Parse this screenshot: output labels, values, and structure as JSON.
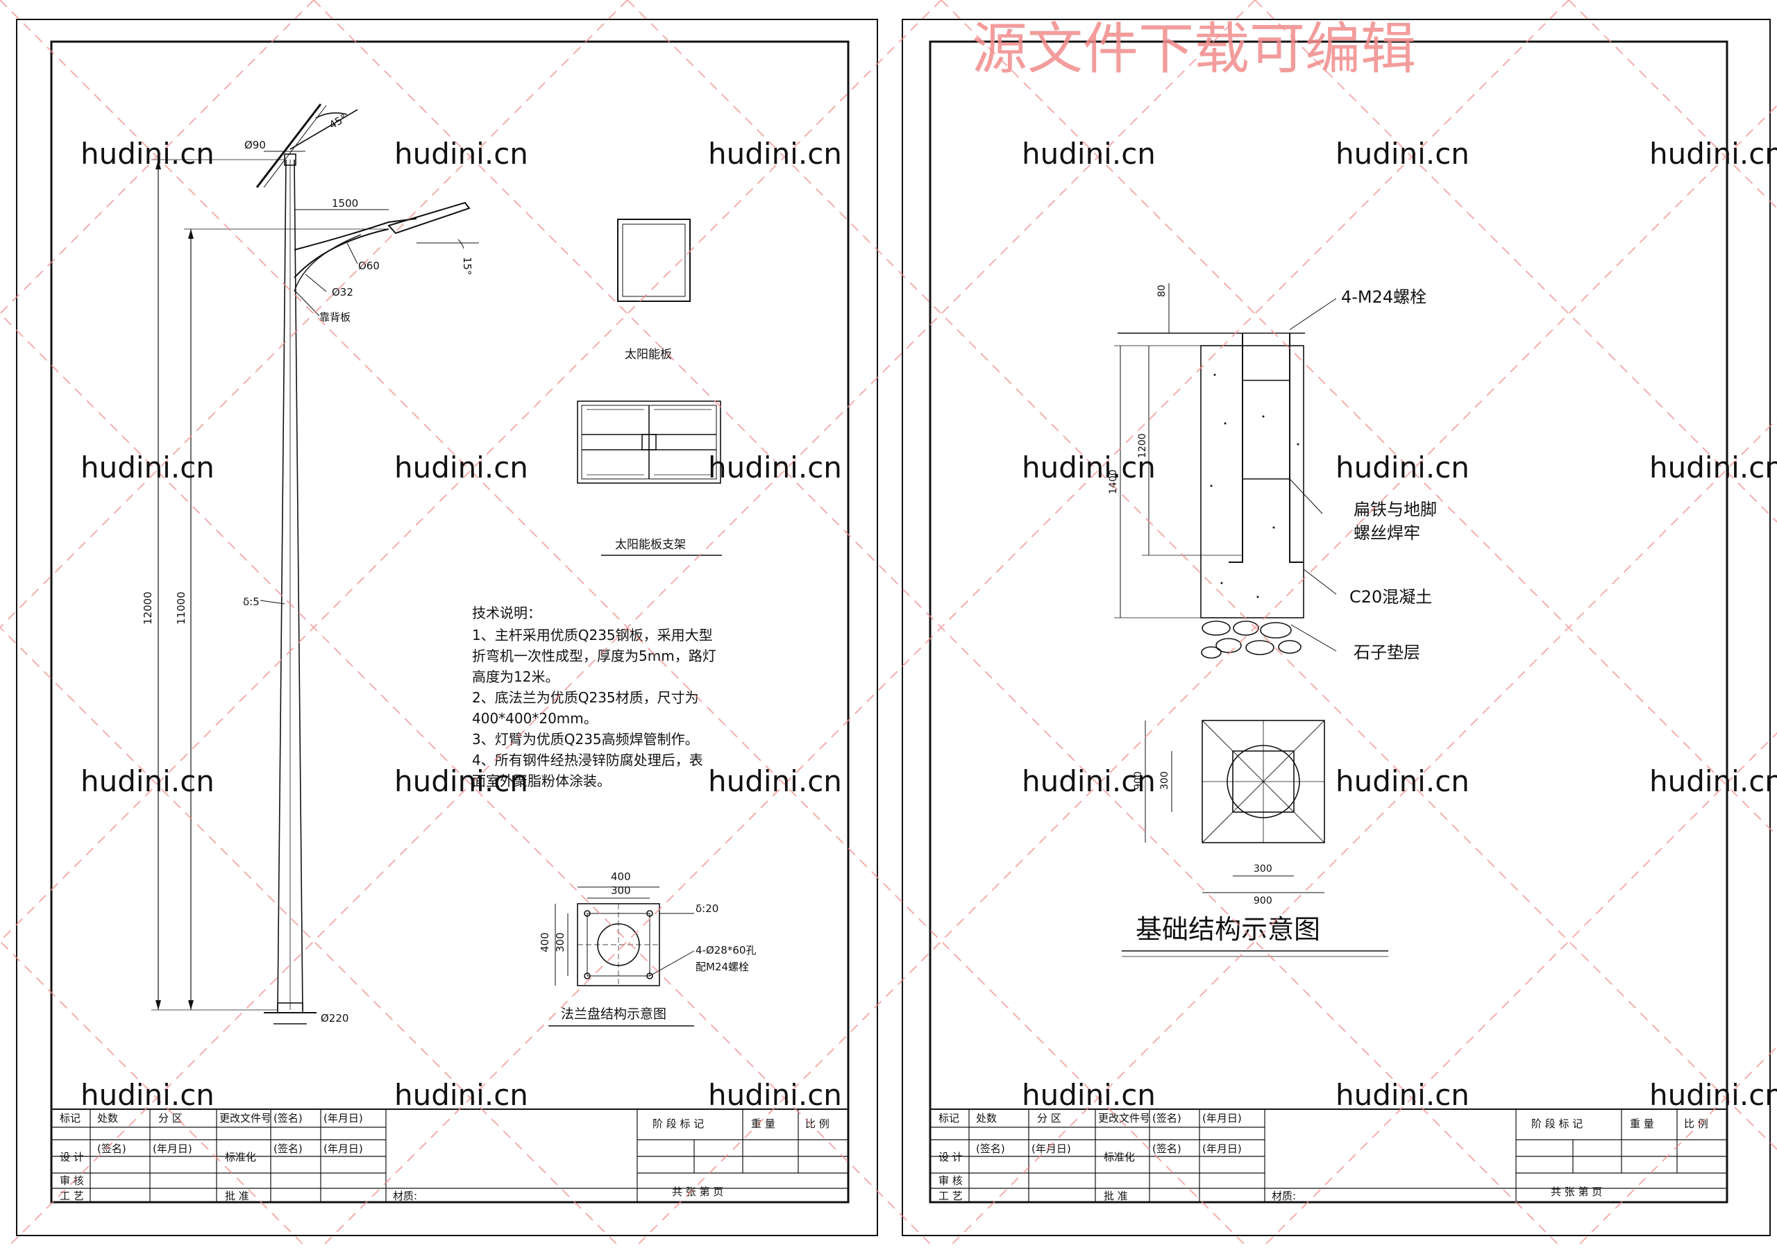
{
  "banner": "源文件下载可编辑",
  "watermark": "hudini.cn",
  "colors": {
    "line": "#111111",
    "watermark": "#f28b8b",
    "paper": "#ffffff"
  },
  "left_sheet": {
    "pole": {
      "top_dia": "Ø90",
      "solar_angle": "45°",
      "arm_length": "1500",
      "lamp_angle": "15°",
      "arm_dia": "Ø60",
      "brace_dia": "Ø32",
      "back_plate": "靠背板",
      "height_total": "12000",
      "height_lamp": "11000",
      "wall_thickness": "δ:5",
      "base_dia": "Ø220"
    },
    "solar_panel_label": "太阳能板",
    "bracket_label": "太阳能板支架",
    "notes": {
      "title": "技术说明：",
      "lines": [
        "1、主杆采用优质Q235钢板，采用大型",
        "折弯机一次性成型，厚度为5mm，路灯",
        "高度为12米。",
        "2、底法兰为优质Q235材质，尺寸为",
        "400*400*20mm。",
        "3、灯臂为优质Q235高频焊管制作。",
        "4、所有钢件经热浸锌防腐处理后，表",
        "面室外聚脂粉体涂装。"
      ]
    },
    "flange": {
      "width_outer": "400",
      "width_inner": "300",
      "height_outer": "400",
      "height_inner": "300",
      "thickness": "δ:20",
      "holes": "4-Ø28*60孔",
      "bolts": "配M24螺栓",
      "title": "法兰盘结构示意图"
    }
  },
  "right_sheet": {
    "bolts": "4-M24螺栓",
    "dim_80": "80",
    "dim_1200": "1200",
    "dim_1400": "1400",
    "flat_iron_1": "扁铁与地脚",
    "flat_iron_2": "螺丝焊牢",
    "concrete": "C20混凝土",
    "gravel": "石子垫层",
    "plan_900_v": "900",
    "plan_300_v": "300",
    "plan_300_h": "300",
    "plan_900_h": "900",
    "title": "基础结构示意图"
  },
  "title_block": {
    "mark": "标记",
    "count": "处数",
    "zone": "分 区",
    "change_doc": "更改文件号",
    "sign": "(签名)",
    "date": "(年月日)",
    "design": "设 计",
    "standard": "标准化",
    "review": "审 核",
    "process": "工 艺",
    "approve": "批 准",
    "material": "材质:",
    "stage_mark": "阶 段 标 记",
    "weight": "重 量",
    "scale": "比 例",
    "sheets": "共    张    第    页"
  }
}
